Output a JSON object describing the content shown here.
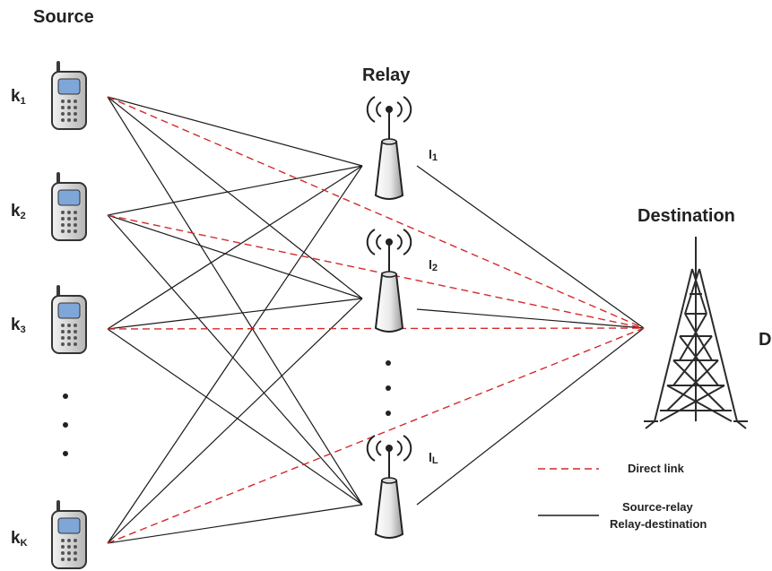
{
  "titles": {
    "source": "Source",
    "relay": "Relay",
    "destination": "Destination",
    "destination_node": "D"
  },
  "sources": [
    {
      "letter": "k",
      "sub": "1"
    },
    {
      "letter": "k",
      "sub": "2"
    },
    {
      "letter": "k",
      "sub": "3"
    },
    {
      "letter": "k",
      "sub": "K"
    }
  ],
  "relays": [
    {
      "letter": "l",
      "sub": "1"
    },
    {
      "letter": "l",
      "sub": "2"
    },
    {
      "letter": "l",
      "sub": "L"
    }
  ],
  "legend": {
    "direct": "Direct link",
    "solid_line1": "Source-relay",
    "solid_line2": "Relay-destination"
  },
  "colors": {
    "direct_link": "#d42a2a",
    "solid_link": "#1a1a1a",
    "phone_screen": "#7fa6d8",
    "tower": "#2b2b2b"
  },
  "icons": [
    "mobile-phone-icon",
    "relay-antenna-icon",
    "radio-waves-icon",
    "transmission-tower-icon"
  ]
}
